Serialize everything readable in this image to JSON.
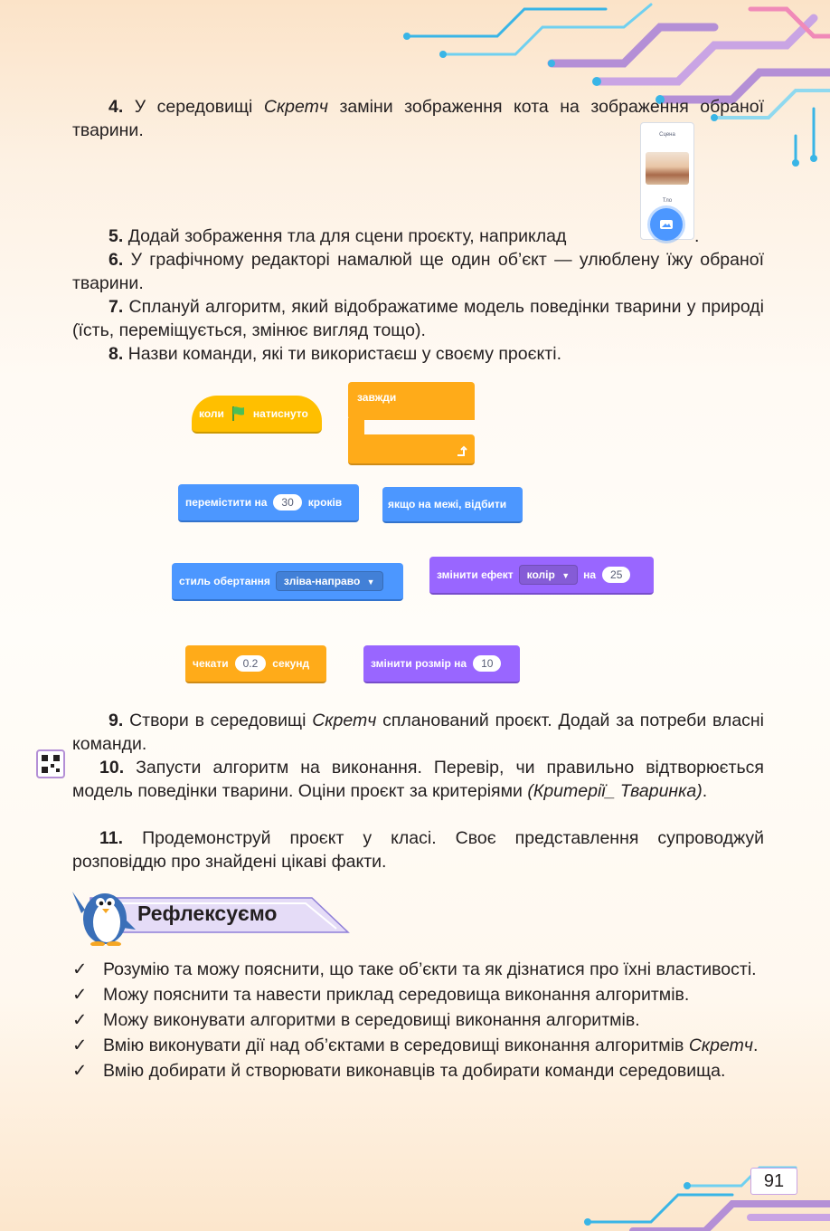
{
  "tasks": {
    "t4": {
      "num": "4.",
      "text_a": "У середовищі ",
      "text_em": "Скретч",
      "text_b": " заміни зображення кота на зображення обраної тварини."
    },
    "t5": {
      "num": "5.",
      "text": "Додай зображення тла для сцени проєкту, наприклад",
      "end": "."
    },
    "t6": {
      "num": "6.",
      "text": "У графічному редакторі намалюй ще один об’єкт — улюблену їжу обраної тварини."
    },
    "t7": {
      "num": "7.",
      "text": "Сплануй алгоритм, який відображатиме модель поведінки тварини у природі (їсть, переміщується, змінює вигляд тощо)."
    },
    "t8": {
      "num": "8.",
      "text": "Назви команди, які ти використаєш у своєму проєкті."
    },
    "t9": {
      "num": "9.",
      "text_a": "Створи в середовищі ",
      "text_em": "Скретч",
      "text_b": " спланований проєкт. Додай за потреби власні команди."
    },
    "t10": {
      "num": "10.",
      "text_a": "Запусти алгоритм на виконання. Перевір, чи правильно відтворюється модель поведінки тварини. Оціни проєкт за критеріями ",
      "text_em": "(Критерії_ Тваринка)",
      "text_b": "."
    },
    "t11": {
      "num": "11.",
      "text": "Продемонструй проєкт у класі. Своє представлення супроводжуй розповіддю про знайдені цікаві факти."
    }
  },
  "stage_panel": {
    "scene_label": "Сцена",
    "backdrop_label": "Тло"
  },
  "blocks": {
    "when_flag": {
      "a": "коли",
      "b": "натиснуто"
    },
    "forever": {
      "label": "завжди"
    },
    "move": {
      "a": "перемістити на",
      "value": "30",
      "b": "кроків"
    },
    "bounce": {
      "label": "якщо на межі, відбити"
    },
    "rotation": {
      "a": "стиль обертання",
      "option": "зліва-направо"
    },
    "effect": {
      "a": "змінити ефект",
      "option": "колір",
      "b": "на",
      "value": "25"
    },
    "wait": {
      "a": "чекати",
      "value": "0.2",
      "b": "секунд"
    },
    "size": {
      "a": "змінити розмір на",
      "value": "10"
    }
  },
  "reflect": {
    "title": "Рефлексуємо",
    "items": [
      {
        "a": "Розумію та можу пояснити, що таке об’єкти та як дізнатися про їхні властивості."
      },
      {
        "a": "Можу пояснити та навести приклад середовища виконання алгоритмів."
      },
      {
        "a": "Можу виконувати алгоритми в середовищі виконання алгоритмів."
      },
      {
        "a": "Вмію виконувати дії над об’єктами в середовищі виконання алгоритмів ",
        "em": "Скретч",
        "b": "."
      },
      {
        "a": "Вмію добирати й створювати виконавців та добирати команди середовища."
      }
    ],
    "check_mark": "✓"
  },
  "page_number": "91",
  "colors": {
    "events": "#ffbf00",
    "control": "#ffab19",
    "motion": "#4c97ff",
    "looks": "#9966ff",
    "circuit_purple": "#b48fd6",
    "circuit_blue": "#39b5e6"
  }
}
